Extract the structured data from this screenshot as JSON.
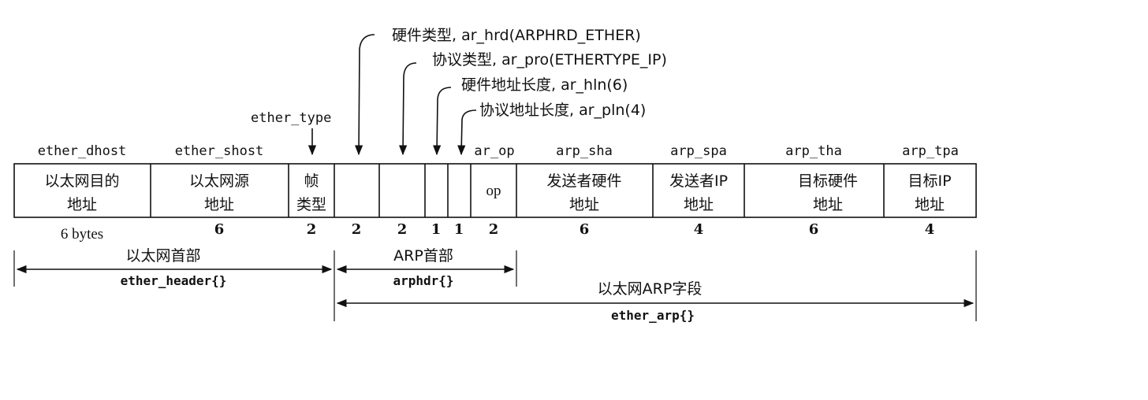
{
  "annotations": {
    "hrd": "硬件类型, ar_hrd(ARPHRD_ETHER)",
    "pro": "协议类型, ar_pro(ETHERTYPE_IP)",
    "hln": "硬件地址长度, ar_hln(6)",
    "pln": "协议地址长度, ar_pln(4)",
    "ether_type": "ether_type"
  },
  "field_labels": {
    "dhost": "ether_dhost",
    "shost": "ether_shost",
    "op": "ar_op",
    "sha": "arp_sha",
    "spa": "arp_spa",
    "tha": "arp_tha",
    "tpa": "arp_tpa"
  },
  "cells": {
    "dhost": [
      "以太网目的",
      "地址"
    ],
    "shost": [
      "以太网源",
      "地址"
    ],
    "type": [
      "帧",
      "类型"
    ],
    "op": [
      "op"
    ],
    "sha": [
      "发送者硬件",
      "地址"
    ],
    "spa": [
      "发送者IP",
      "地址"
    ],
    "tha": [
      "目标硬件",
      "地址"
    ],
    "tpa": [
      "目标IP",
      "地址"
    ]
  },
  "sizes": {
    "dhost": "6 bytes",
    "shost": "6",
    "type": "2",
    "hrd": "2",
    "pro": "2",
    "hln": "1",
    "pln": "1",
    "op": "2",
    "sha": "6",
    "spa": "4",
    "tha": "6",
    "tpa": "4"
  },
  "spans": {
    "ether_header_cn": "以太网首部",
    "ether_header_code": "ether_header{}",
    "arphdr_cn": "ARP首部",
    "arphdr_code": "arphdr{}",
    "ether_arp_cn": "以太网ARP字段",
    "ether_arp_code": "ether_arp{}"
  }
}
